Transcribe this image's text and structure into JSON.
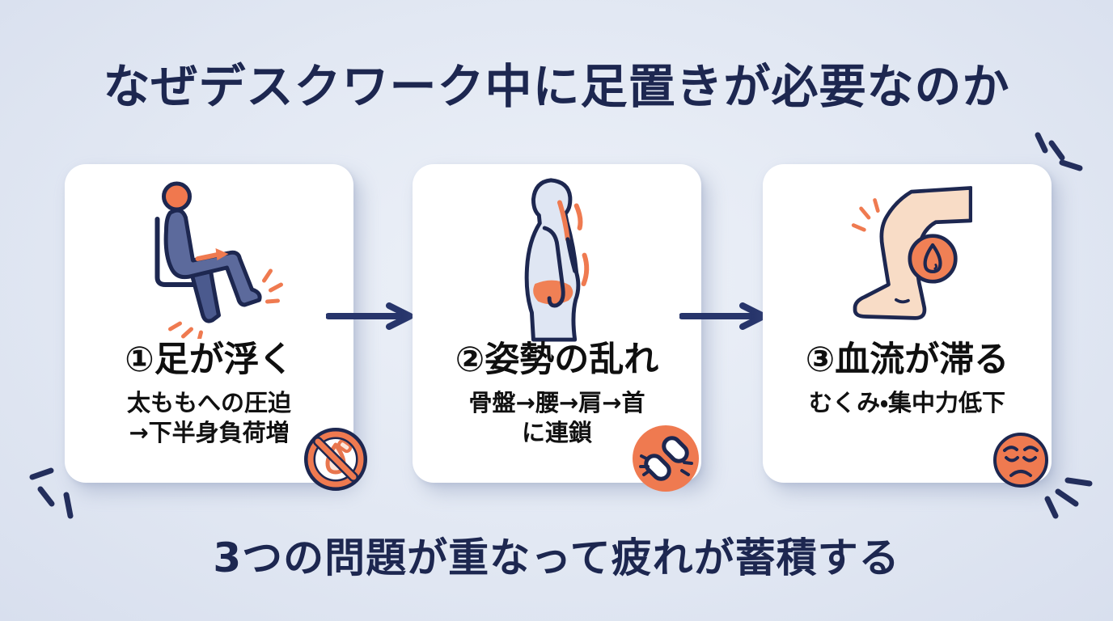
{
  "title": "なぜデスクワーク中に足置きが必要なのか",
  "conclusion": "3つの問題が重なって疲れが蓄積する",
  "cards": [
    {
      "title": "①足が浮く",
      "subtitle_line1": "太ももへの圧迫",
      "subtitle_line2": "→下半身負荷増",
      "icon": "seated-person-floating-feet-icon",
      "badge": "no-support-prohibition-icon"
    },
    {
      "title": "②姿勢の乱れ",
      "subtitle_line1": "骨盤→腰→肩→首",
      "subtitle_line2": "に連鎖",
      "icon": "posture-side-torso-icon",
      "badge": "chain-link-icon"
    },
    {
      "title": "③血流が滞る",
      "subtitle_line1": "むくみ・集中力低下",
      "subtitle_line2": "",
      "icon": "leg-blood-drop-icon",
      "badge": "sad-tired-face-icon"
    }
  ],
  "colors": {
    "background": "#e2e8f3",
    "card": "#ffffff",
    "navy": "#1d2750",
    "arrow_navy": "#27356b",
    "orange": "#ef7a50",
    "body_blue": "#5c6a9c",
    "body_blue_dark": "#4b5a8e",
    "torso_fill": "#dfe6f3",
    "skin": "#f8dcc6",
    "text_black": "#111111"
  }
}
